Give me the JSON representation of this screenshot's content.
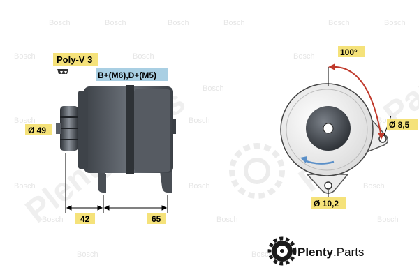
{
  "watermark": {
    "brand": "Bosch",
    "site": "Plenty.Parts"
  },
  "labels": {
    "belt_type": "Poly-V 3",
    "terminals": "B+(M6),D+(M5)",
    "pulley_diameter": "Ø 49",
    "dim_left": "42",
    "dim_right": "65",
    "angle": "100°",
    "hole_right": "Ø 8,5",
    "hole_bottom": "Ø 10,2"
  },
  "logo": {
    "brand_name": "Plenty",
    "brand_suffix": ".Parts"
  },
  "colors": {
    "label_fill": "#f5e27a",
    "terminal_fill": "#a9cfe3",
    "arrow_red": "#c0392b",
    "arrow_blue": "#5a8fc8",
    "metal_dark": "#4a4f55"
  },
  "icons": {
    "logo": "gear-icon"
  }
}
